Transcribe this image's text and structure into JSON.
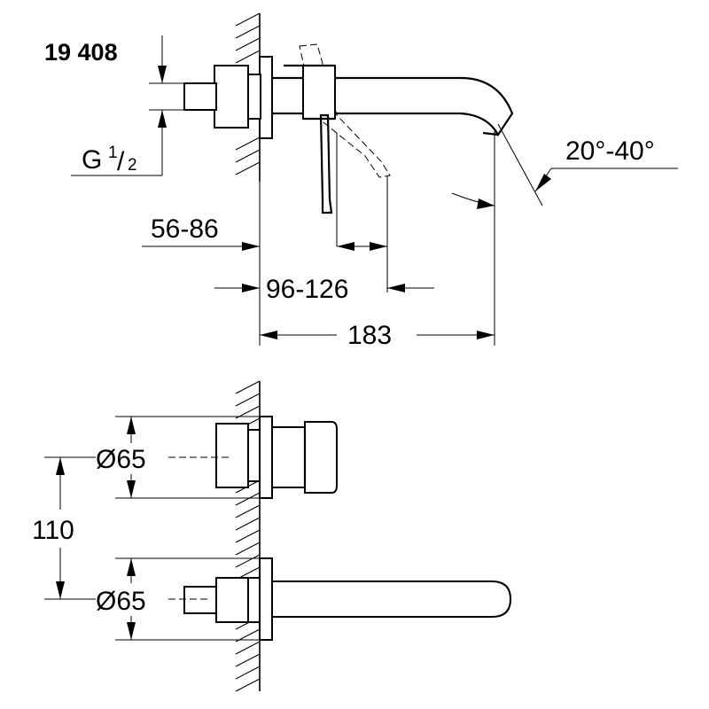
{
  "model_number": "19 408",
  "thread": {
    "prefix": "G",
    "numerator": "1",
    "slash": "/",
    "denominator": "2"
  },
  "dimensions": {
    "wall_depth": "56-86",
    "lever_range": "96-126",
    "spout_length": "183",
    "angle": "20°-40°",
    "diameter_top": "Ø65",
    "spacing": "110",
    "diameter_bottom": "Ø65"
  }
}
